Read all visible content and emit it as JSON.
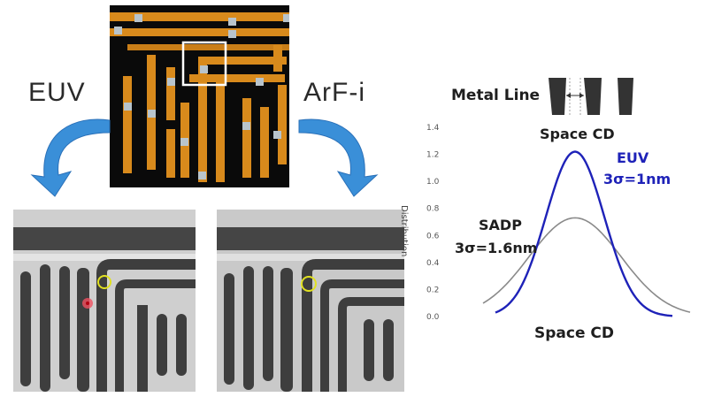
{
  "labels": {
    "euv": "EUV",
    "arfi": "ArF-i",
    "metal_line": "Metal Line",
    "space_cd_top": "Space CD",
    "space_cd_bottom": "Space CD",
    "y_axis": "Distribution",
    "euv_series": "EUV",
    "euv_sigma": "3σ=1nm",
    "sadp_series": "SADP",
    "sadp_sigma": "3σ=1.6nm"
  },
  "colors": {
    "euv": "#1e22b8",
    "sadp": "#8a8a8a",
    "layout_metal": "#d88a1c",
    "arrow": "#3a8fd8"
  },
  "chart_data": {
    "type": "line",
    "xlabel": "Space CD",
    "ylabel": "Distribution",
    "ylim": [
      0,
      1.4
    ],
    "yticks": [
      "0.0",
      "0.2",
      "0.4",
      "0.6",
      "0.8",
      "1.0",
      "1.2",
      "1.4"
    ],
    "grid": false,
    "series": [
      {
        "name": "EUV",
        "sigma_label": "3σ=1nm",
        "peak": 1.22,
        "color": "#1e22b8"
      },
      {
        "name": "SADP",
        "sigma_label": "3σ=1.6nm",
        "peak": 0.73,
        "color": "#8a8a8a"
      }
    ]
  }
}
